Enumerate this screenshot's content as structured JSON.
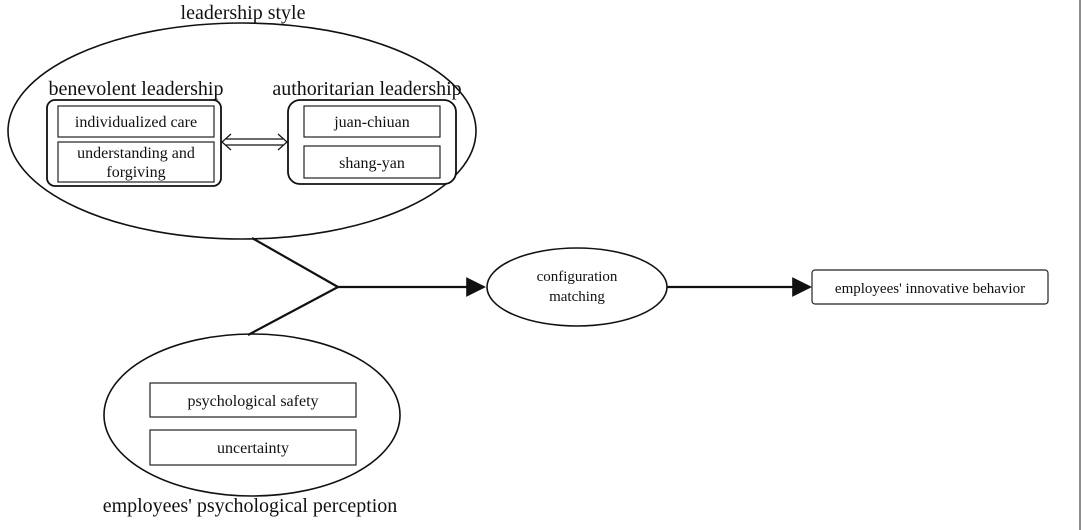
{
  "leadership_style": {
    "title": "leadership style",
    "benevolent": {
      "title": "benevolent leadership",
      "items": [
        "individualized care",
        "understanding and",
        "forgiving"
      ]
    },
    "authoritarian": {
      "title": "authoritarian leadership",
      "items": [
        "juan-chiuan",
        "shang-yan"
      ]
    }
  },
  "psychological_perception": {
    "title": "employees' psychological perception",
    "items": [
      "psychological safety",
      "uncertainty"
    ]
  },
  "configuration": {
    "line1": "configuration",
    "line2": "matching"
  },
  "outcome": {
    "label": "employees' innovative behavior"
  }
}
